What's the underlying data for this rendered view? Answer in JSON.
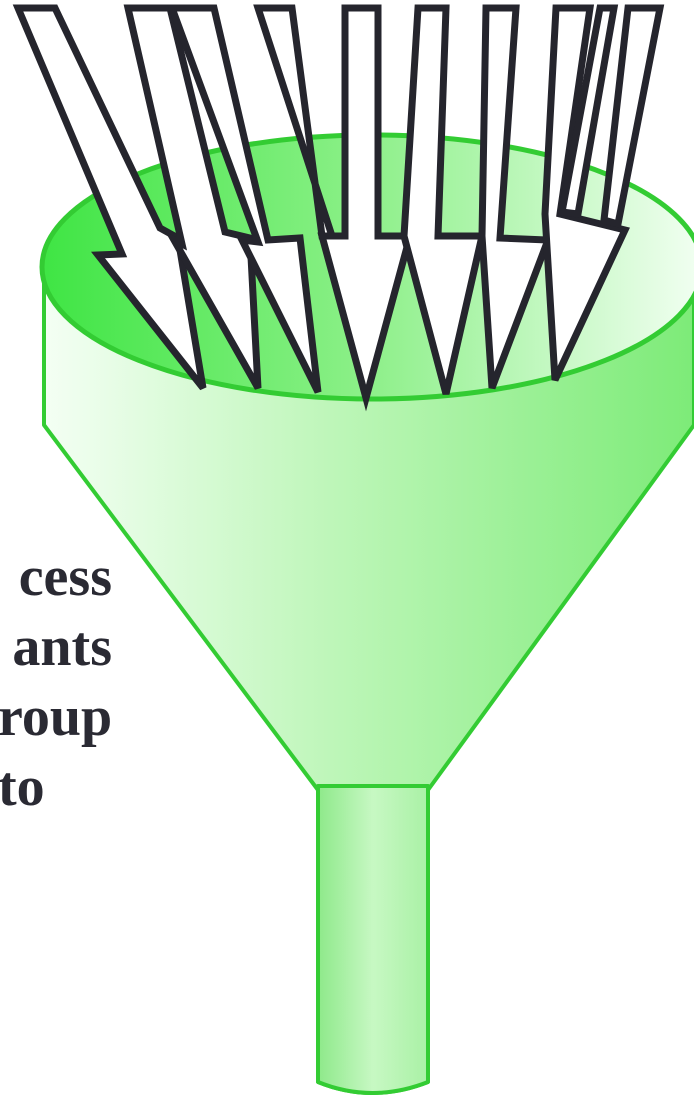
{
  "diagram": {
    "text_lines": [
      "cess",
      "ants",
      "roup",
      "to"
    ],
    "colors": {
      "funnel_light": "#f4fff4",
      "funnel_mid": "#9ef09a",
      "funnel_dark": "#3fe544",
      "funnel_outline": "#33cc33",
      "arrow_fill": "#ffffff",
      "arrow_outline": "#25252d",
      "text": "#2a2a33"
    },
    "arrow_count": 8
  }
}
